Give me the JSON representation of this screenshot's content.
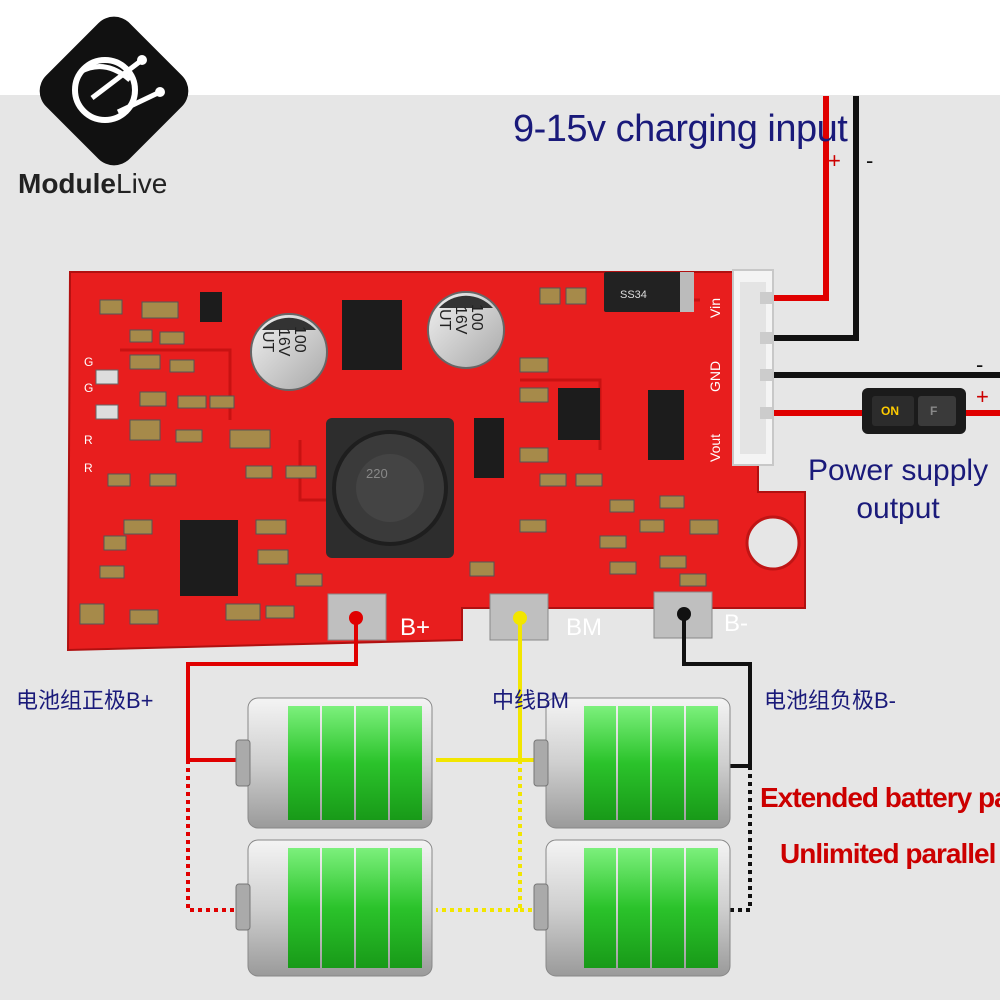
{
  "logo": {
    "brand_bold": "Module",
    "brand_light": "Live"
  },
  "header": {
    "title": "9-15v charging input",
    "plus_sign": "+",
    "minus_sign": "-"
  },
  "output_side": {
    "minus_sign": "-",
    "plus_sign": "+",
    "label_line1": "Power supply",
    "label_line2": "output",
    "switch_on": "ON",
    "switch_off": "F"
  },
  "connector": {
    "pins": [
      "Vin",
      "GND",
      "Vout"
    ]
  },
  "board": {
    "cap_left": [
      "100",
      "16V",
      "UT"
    ],
    "cap_right": [
      "100",
      "16V",
      "UT"
    ],
    "diode": "SS34",
    "inductor": "220",
    "pads": [
      "B+",
      "BM",
      "B-"
    ],
    "side_labels": [
      "G",
      "R",
      "G",
      "R"
    ]
  },
  "labels": {
    "pack_positive": "电池组正极B+",
    "middle_line": "中线BM",
    "pack_negative": "电池组负极B-",
    "extended_line1": "Extended battery pack",
    "extended_line2": "Unlimited parallel"
  },
  "colors": {
    "board": "#e81e1e",
    "battery_green": "#2ecc40",
    "wire_red": "#e00000",
    "wire_yellow": "#f2e600",
    "wire_black": "#111111",
    "title_blue": "#1a1a7a"
  }
}
